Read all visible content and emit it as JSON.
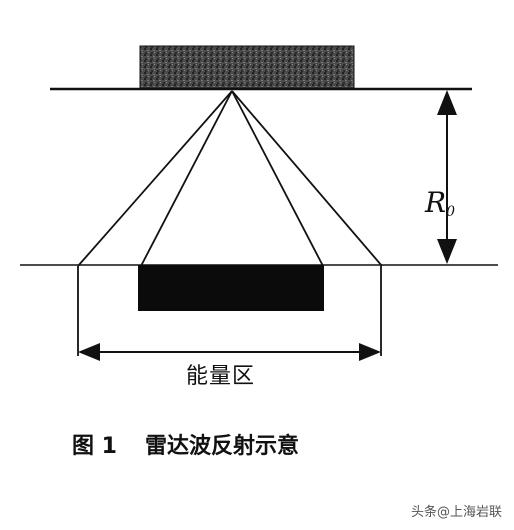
{
  "diagram": {
    "distance_label_main": "R",
    "distance_label_sub": "0",
    "zone_label": "能量区"
  },
  "caption": {
    "figure_number": "图 1",
    "title": "雷达波反射示意"
  },
  "watermark": {
    "text": "头条@上海岩联"
  },
  "colors": {
    "ink": "#111111",
    "antenna_fill": "#3a3a3a",
    "target_fill": "#0b0b0b"
  }
}
